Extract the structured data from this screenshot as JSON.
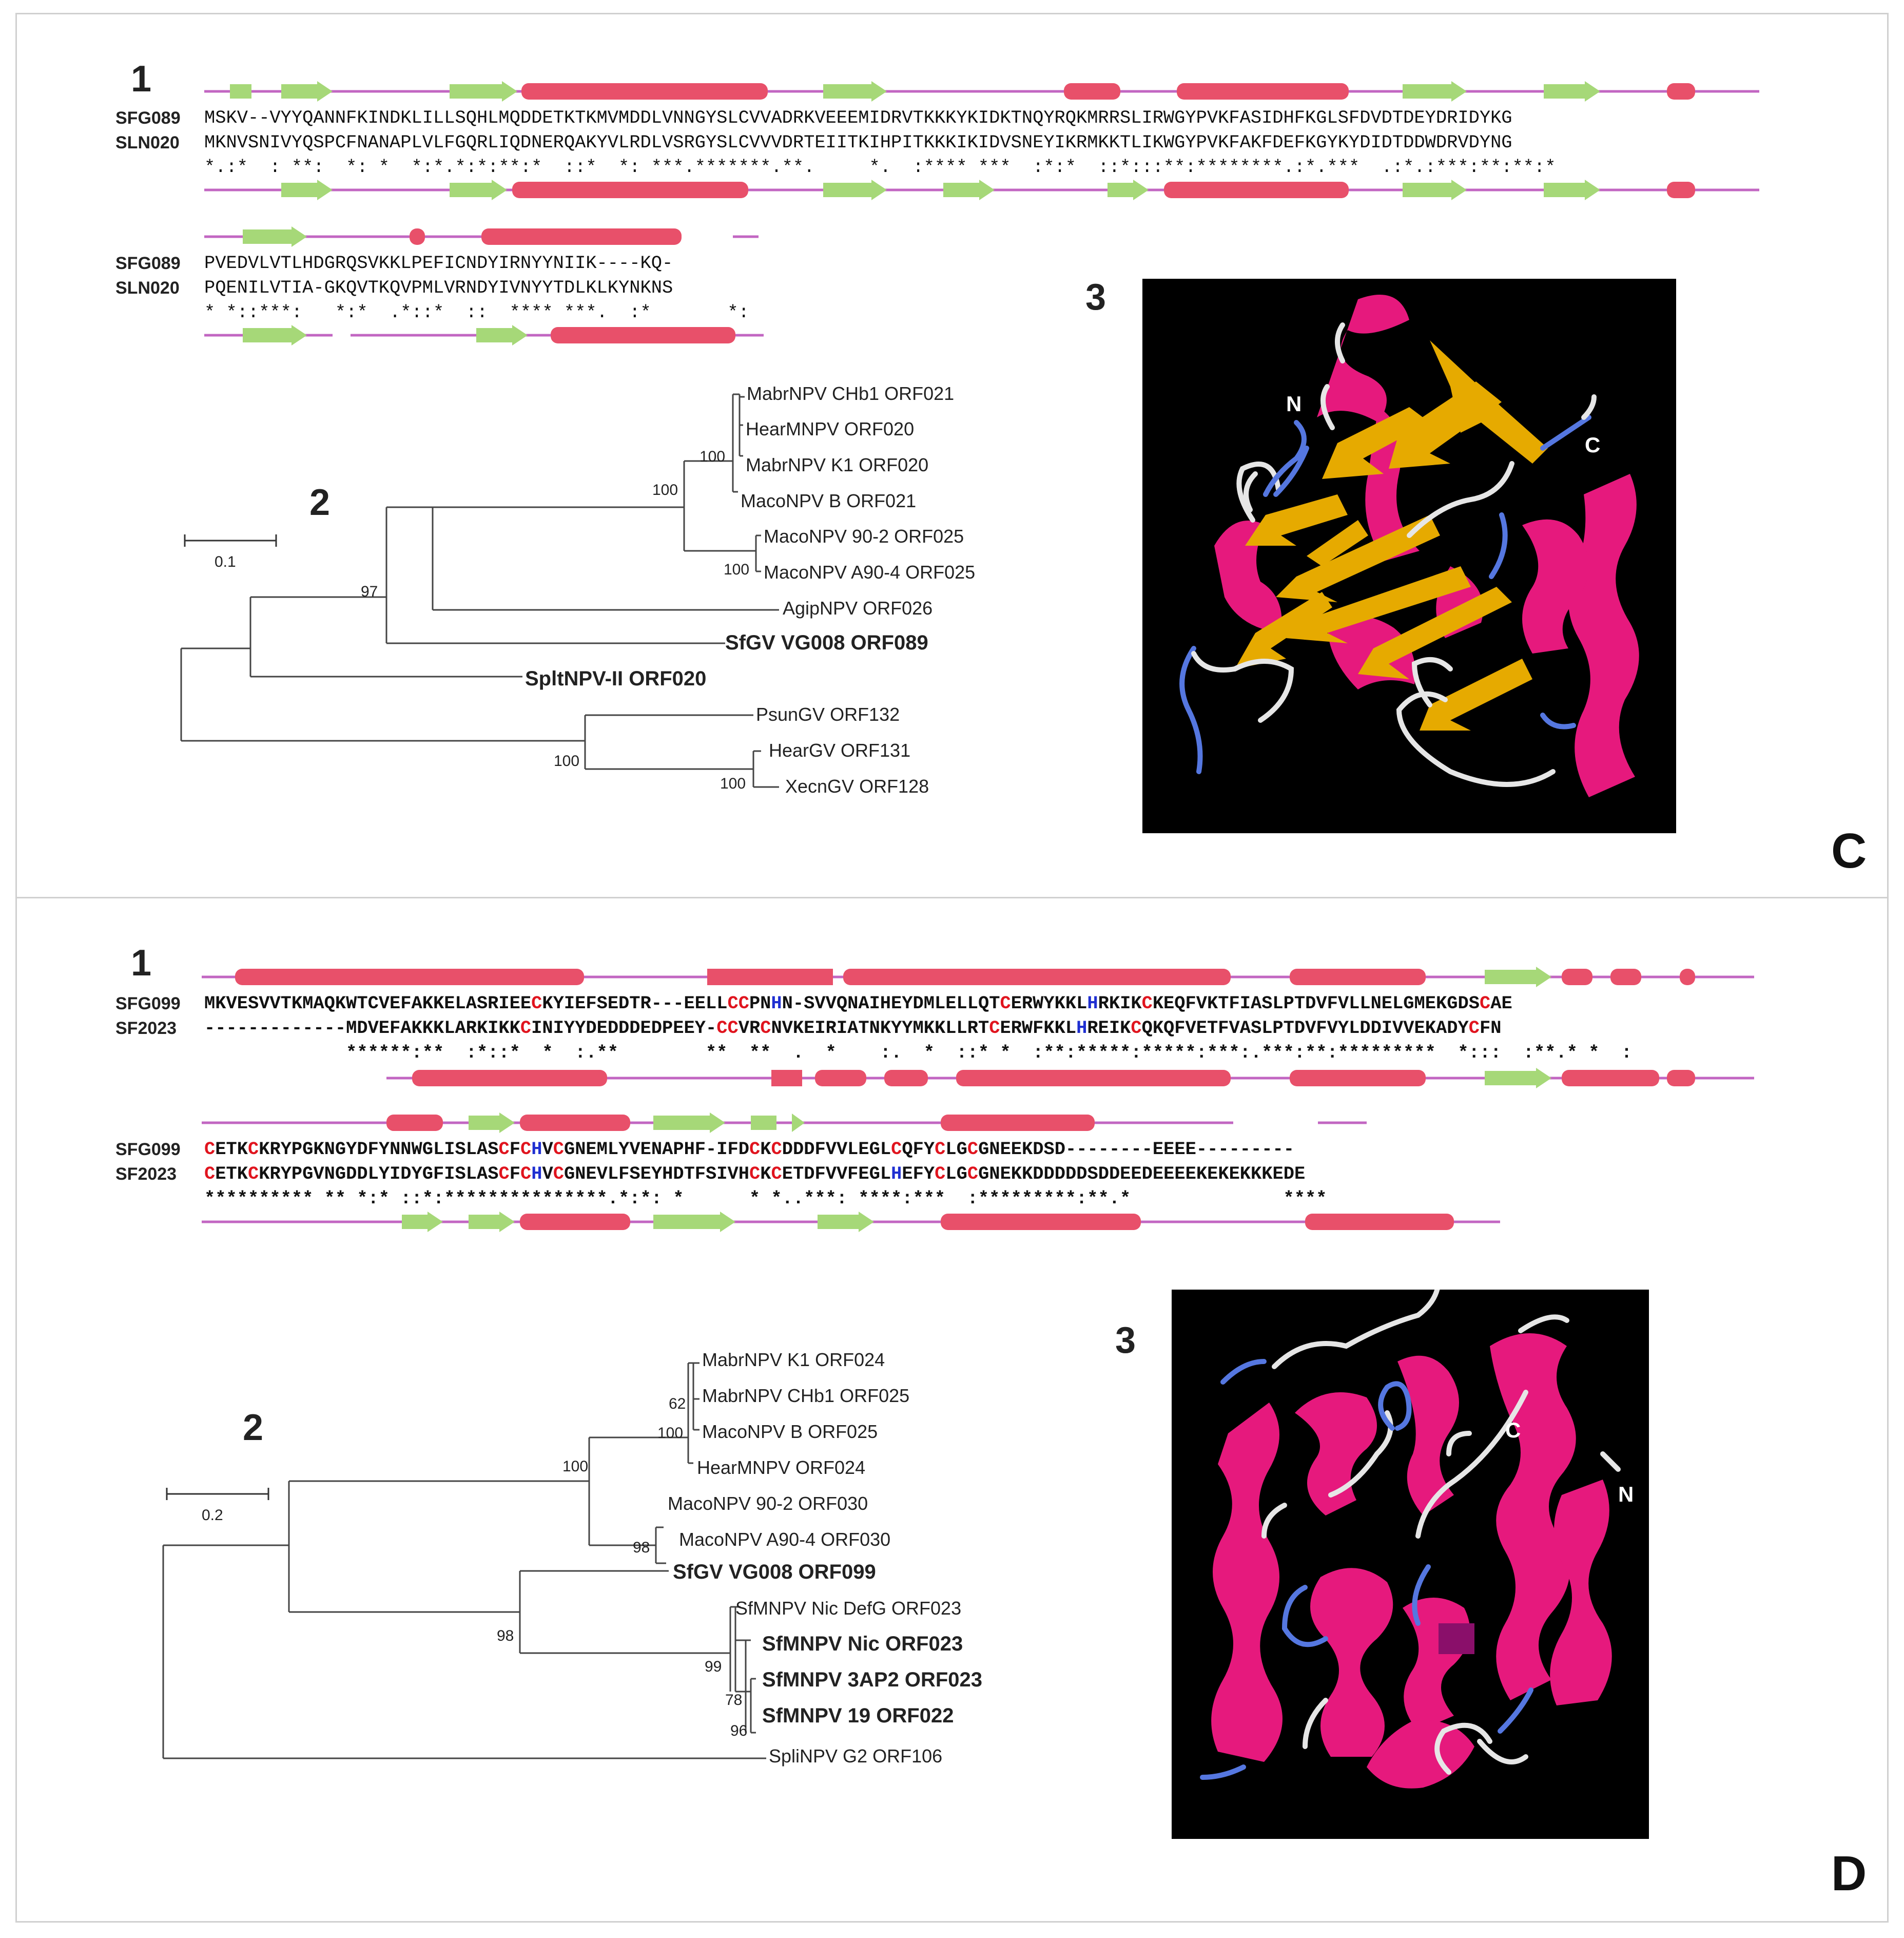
{
  "panel_c": {
    "letter": "C",
    "num_alignment": "1",
    "num_tree": "2",
    "num_structure": "3",
    "alignment": [
      {
        "label": "SFG089",
        "seq": "MSKV--VYYQANNFKINDKLILLSQHLMQDDETKTKMVMDDLVNNGYSLCVVADRKVEEEMIDRVTKKKYKIDKTNQYRQKMRRSLIRWGYPVKFASIDHFKGLSFDVDTDEYDRIDYKG"
      },
      {
        "label": "SLN020",
        "seq": "MKNVSNIVYQSPCFNANAPLVLFGQRLIQDNERQAKYVLRDLVSRGYSLCVVVDRTEIITKIHPITKKKIKIDVSNEYIKRMKKTLIKWGYPVKFAKFDEFKGYKYDIDTDDWDRVDYNG"
      },
      {
        "label": "",
        "seq": "*.:*  : **:  *: *  *:*.*:*:**:*  ::*  *: ***.*******.**.     *.  :**** ***  :*:*  ::*:::**:********.:*.***  .:*.:***:**:**:*"
      },
      {
        "label": "SFG089",
        "seq": "PVEDVLVTLHDGRQSVKKLPEFICNDYIRNYYNIIK----KQ-"
      },
      {
        "label": "SLN020",
        "seq": "PQENILVTIA-GKQVTKQVPMLVRNDYIVNYYTDLKLKYNKNS"
      },
      {
        "label": "",
        "seq": "* *::***:   *:*  .*::*  ::  **** ***.  :*       *:"
      }
    ],
    "scale_label": "0.1",
    "leaves": [
      "MabrNPV CHb1 ORF021",
      "HearMNPV ORF020",
      "MabrNPV K1 ORF020",
      "MacoNPV B ORF021",
      "MacoNPV 90-2 ORF025",
      "MacoNPV A90-4 ORF025",
      "AgipNPV ORF026",
      "SfGV VG008 ORF089",
      "SpltNPV-II ORF020",
      "PsunGV ORF132",
      "HearGV ORF131",
      "XecnGV ORF128"
    ],
    "bootstraps": [
      "100",
      "100",
      "100",
      "97",
      "100",
      "100"
    ],
    "term_n": "N",
    "term_c": "C"
  },
  "panel_d": {
    "letter": "D",
    "num_alignment": "1",
    "num_tree": "2",
    "num_structure": "3",
    "alignment_row1_label": "SFG099",
    "alignment_row1": "MKVESVVTKMAQKWTCVEFAKKELASRIEE[C]KYIEFSEDTR---EELL[C][C]PN{H}N-SVVQNAIHEYDMLELLQT[C]ERWYKKL{H}RKIK[C]KEQFVKTFIASLPTDVFVLLNELGMEKGDS[C]AE",
    "alignment_row2_label": "SF2023",
    "alignment_row2": "-------------MDVEFAKKKLARKIKK[C]INIYYDEDDDEDPEEY-[C][C]VR[C]NVKEIRIATNKYYMKKLLRT[C]ERWFKKL{H}REIK[C]QKQFVETFVASLPTDVFVYLDDIVVEKADY[C]FN",
    "alignment_row3": "             ******:**  :*::*  *  :.**        **  **  .  *    :.  *  ::* *  :**:*****:*****:***:.***:**:*********  *:::  :**.* *  :",
    "alignment_row4_label": "SFG099",
    "alignment_row4": "[C]ETK[C]KRYPGKNGYDFYNNWGLISLAS[C]F[C]{H}V[C]GNEMLYVENAPHF-IFD[C]K[C]DDDFVVLEGL[C]QFY[C]LG[C]GNEEKDSD--------EEEE---------",
    "alignment_row5_label": "SF2023",
    "alignment_row5": "[C]ETK[C]KRYPGVNGDDLYIDYGFISLAS[C]F[C]{H}V[C]GNEVLFSEYHDTFSIVH[C]K[C]ETDFVVFEGL{H}EFY[C]LG[C]GNEKKDDDDDSDDEEDEEEEKEKEKKKEDE",
    "alignment_row6": "********** ** *:* ::*:***************.*:*: *      * *..***: ****:***  :*********:**.*              ****",
    "scale_label": "0.2",
    "leaves": [
      "MabrNPV K1 ORF024",
      "MabrNPV CHb1 ORF025",
      "MacoNPV B ORF025",
      "HearMNPV ORF024",
      "MacoNPV 90-2 ORF030",
      "MacoNPV A90-4 ORF030",
      "SfGV VG008 ORF099",
      "SfMNPV Nic DefG ORF023",
      "SfMNPV Nic ORF023",
      "SfMNPV 3AP2 ORF023",
      "SfMNPV 19 ORF022",
      "SpliNPV G2 ORF106"
    ],
    "bootstraps": [
      "62",
      "100",
      "100",
      "98",
      "98",
      "99",
      "78",
      "96"
    ],
    "term_n": "N",
    "term_c": "C"
  },
  "colors": {
    "helix": "#e8506a",
    "strand": "#a6d878",
    "line": "#c266c2",
    "cys": "#e0141e",
    "his": "#1f2fd1",
    "ribbon_helix": "#e6197d",
    "ribbon_sheet": "#e6aa00",
    "coil_white": "#e6e6e6",
    "coil_blue": "#5577e0"
  }
}
